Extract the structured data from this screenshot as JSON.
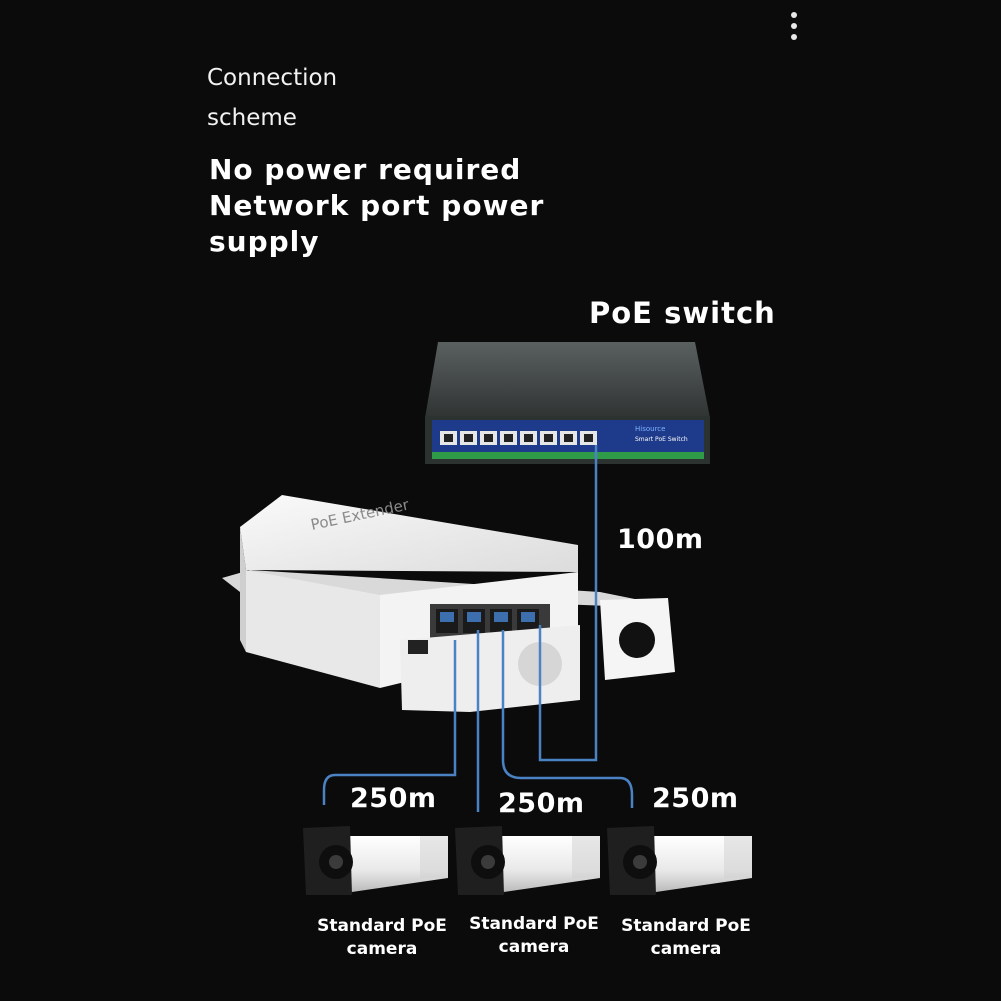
{
  "heading": {
    "line1": "Connection",
    "line2": "scheme"
  },
  "tagline": {
    "line1": "No power required",
    "line2": "Network port power",
    "line3": "supply"
  },
  "switch": {
    "label": "PoE switch",
    "brand": "Hisource",
    "model": "Smart PoE Switch"
  },
  "extender": {
    "label": "PoE Extender"
  },
  "uplink": {
    "distance": "100m"
  },
  "cameras": [
    {
      "distance": "250m",
      "line1": "Standard PoE",
      "line2": "camera"
    },
    {
      "distance": "250m",
      "line1": "Standard PoE",
      "line2": "camera"
    },
    {
      "distance": "250m",
      "line1": "Standard PoE",
      "line2": "camera"
    }
  ],
  "colors": {
    "background": "#0b0b0b",
    "cable": "#4a82c4",
    "switch_face": "#1e3a8a",
    "switch_body": "#3b4140",
    "device": "#f1f1f1"
  }
}
